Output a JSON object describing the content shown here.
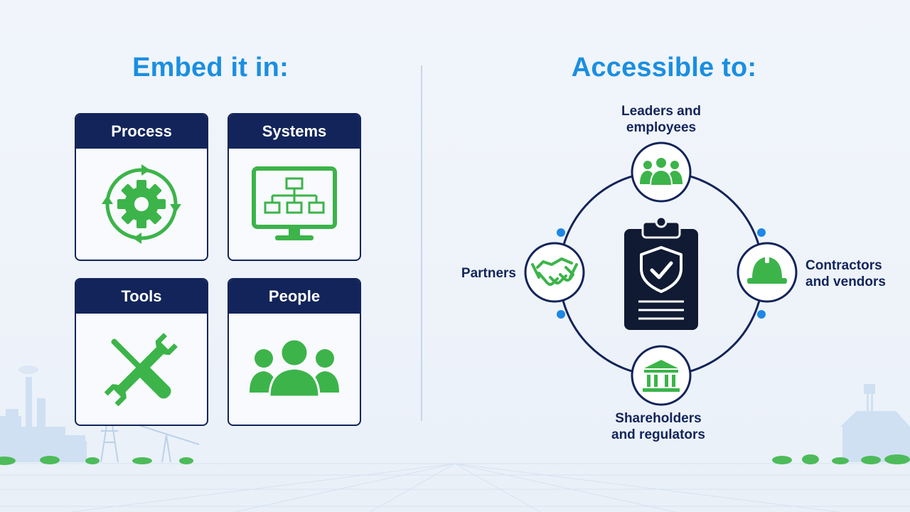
{
  "left_section": {
    "title": "Embed it in:",
    "cards": [
      {
        "label": "Process",
        "icon": "gear-cycle-icon"
      },
      {
        "label": "Systems",
        "icon": "monitor-hierarchy-icon"
      },
      {
        "label": "Tools",
        "icon": "wrench-screwdriver-icon"
      },
      {
        "label": "People",
        "icon": "people-group-icon"
      }
    ]
  },
  "right_section": {
    "title": "Accessible to:",
    "center_icon": "clipboard-shield-check-icon",
    "nodes": [
      {
        "label_line1": "Leaders and",
        "label_line2": "employees",
        "icon": "group-icon"
      },
      {
        "label_line1": "Partners",
        "label_line2": "",
        "icon": "handshake-icon"
      },
      {
        "label_line1": "Contractors",
        "label_line2": "and vendors",
        "icon": "hard-hat-icon"
      },
      {
        "label_line1": "Shareholders",
        "label_line2": "and regulators",
        "icon": "bank-building-icon"
      }
    ]
  },
  "colors": {
    "accent_blue": "#1a8fe0",
    "navy": "#12245a",
    "green": "#3cb44a",
    "dot_blue": "#1e88e5"
  }
}
